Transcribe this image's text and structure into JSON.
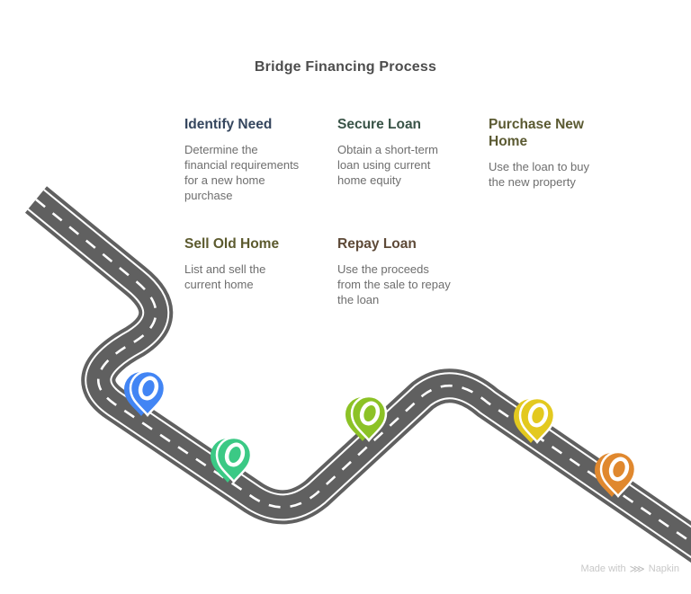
{
  "title": "Bridge Financing Process",
  "steps": [
    {
      "title": "Identify Need",
      "description": "Determine the financial requirements for a new home purchase",
      "pin_color": "#4285f4",
      "heading_color": "#35465e"
    },
    {
      "title": "Secure Loan",
      "description": "Obtain a short-term loan using current home equity",
      "pin_color": "#3bc985",
      "heading_color": "#3a5448"
    },
    {
      "title": "Purchase New Home",
      "description": "Use the loan to buy the new property",
      "pin_color": "#8cc226",
      "heading_color": "#5b5a32"
    },
    {
      "title": "Sell Old Home",
      "description": "List and sell the current home",
      "pin_color": "#e3c91f",
      "heading_color": "#5c5a2e"
    },
    {
      "title": "Repay Loan",
      "description": "Use the proceeds from the sale to repay the loan",
      "pin_color": "#e0882e",
      "heading_color": "#5e4a38"
    }
  ],
  "road_color": "#606060",
  "line_color": "#ffffff",
  "watermark": {
    "prefix": "Made with",
    "brand": "Napkin",
    "icon": "napkin-chevrons"
  }
}
